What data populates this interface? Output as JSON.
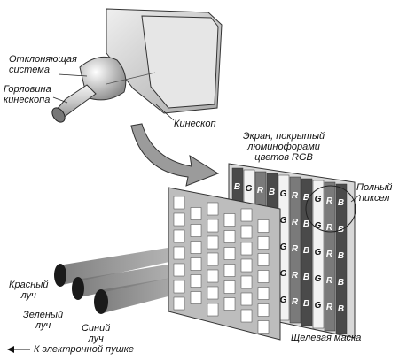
{
  "labels": {
    "deflection": [
      "Отклоняющая",
      "система"
    ],
    "neck": [
      "Горловина",
      "кинескопа"
    ],
    "tube": "Кинескоп",
    "screen": [
      "Экран, покрытый",
      "люминофорами",
      "цветов RGB"
    ],
    "full_pixel": [
      "Полный",
      "пиксел"
    ],
    "red_beam": [
      "Красный",
      "луч"
    ],
    "green_beam": [
      "Зеленый",
      "луч"
    ],
    "blue_beam": [
      "Синий",
      "луч"
    ],
    "mask": "Щелевая маска",
    "gun": "К электронной пушке"
  },
  "phosphor_letters": [
    "B",
    "G",
    "R"
  ],
  "colors": {
    "tube_body": "#d2d2d2",
    "screen_face": "#e6e6e6",
    "mask_frame": "#8a8a8a",
    "phosphor_dark": "#4a4a4a",
    "phosphor_mid": "#7a7a7a",
    "phosphor_light": "#f2f2f2",
    "beam": "#9a9a9a",
    "ink": "#111111"
  },
  "icons": [
    "curved-arrow-icon",
    "electron-gun-icon",
    "pixel-circle-icon",
    "left-arrow-icon"
  ]
}
